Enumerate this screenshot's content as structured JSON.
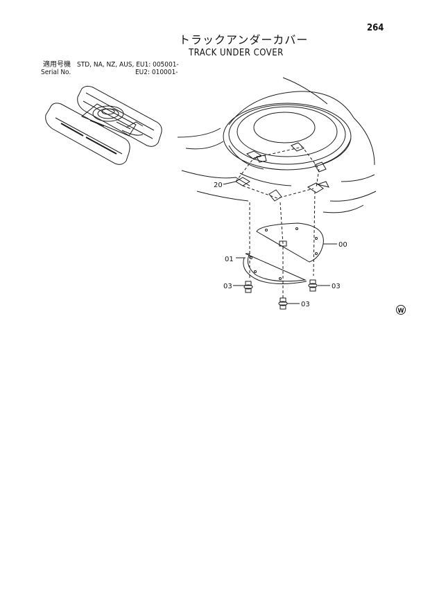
{
  "page": {
    "page_number": "264",
    "title_jp": "トラックアンダーカバー",
    "title_en": "TRACK UNDER COVER"
  },
  "applicability": {
    "label_jp": "適用号機",
    "models": "STD, NA, NZ, AUS, EU1: 005001-",
    "label_en": "Serial No.",
    "serial": "EU2: 010001-"
  },
  "callouts": {
    "c20": "20",
    "c00": "00",
    "c01": "01",
    "c03a": "03",
    "c03b": "03",
    "c03c": "03"
  },
  "mark": "W"
}
